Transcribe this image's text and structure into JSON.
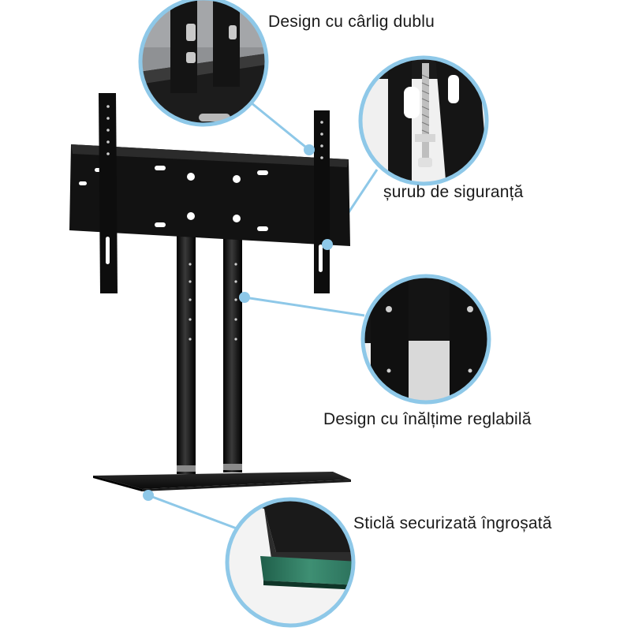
{
  "callouts": [
    {
      "label": "Design cu cârlig dublu"
    },
    {
      "label": "șurub de siguranță"
    },
    {
      "label": "Design cu înălțime reglabilă"
    },
    {
      "label": "Sticlă securizată îngroșată"
    }
  ],
  "colors": {
    "accent_ring": "#8ec8e8",
    "metal": "#111111",
    "background": "#ffffff"
  }
}
